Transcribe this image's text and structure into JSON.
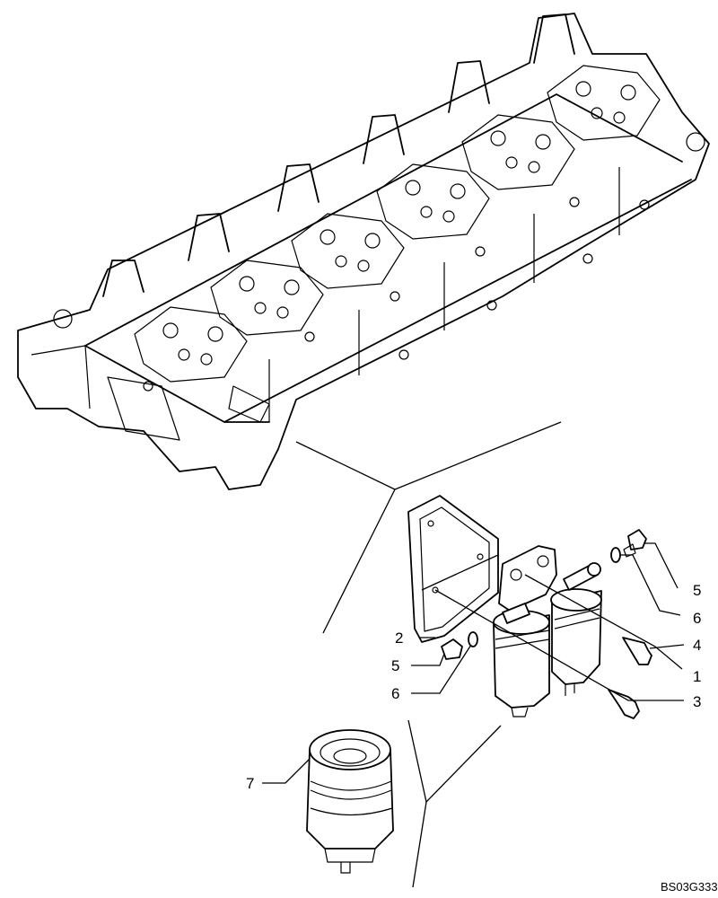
{
  "drawing_code": "BS03G333",
  "callouts": [
    {
      "id": "1",
      "text": "1"
    },
    {
      "id": "2",
      "text": "2"
    },
    {
      "id": "3",
      "text": "3"
    },
    {
      "id": "4",
      "text": "4"
    },
    {
      "id": "5a",
      "text": "5"
    },
    {
      "id": "5b",
      "text": "5"
    },
    {
      "id": "6a",
      "text": "6"
    },
    {
      "id": "6b",
      "text": "6"
    },
    {
      "id": "7",
      "text": "7"
    }
  ]
}
